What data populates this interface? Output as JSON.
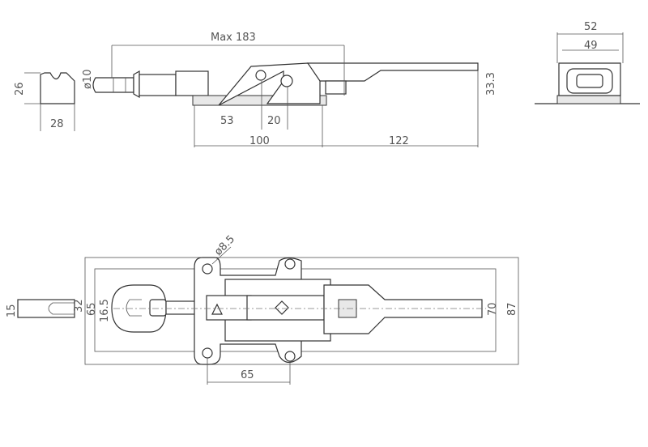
{
  "side_view": {
    "dims": {
      "max_length": "Max 183",
      "rod_diameter": "ø10",
      "hook_height": "26",
      "hook_width": "28",
      "dim_53": "53",
      "dim_20": "20",
      "base_length": "100",
      "handle_length": "122",
      "height": "33.3"
    }
  },
  "end_view": {
    "dims": {
      "outer_width": "52",
      "inner_width": "49"
    }
  },
  "top_view": {
    "dims": {
      "hole_diameter": "ø8.5",
      "hook_height": "15",
      "hook_gap": "32",
      "eye_width": "65",
      "eye_inner": "16.5",
      "hole_spacing_x": "65",
      "hole_spacing_y": "70",
      "overall_width": "87"
    }
  }
}
